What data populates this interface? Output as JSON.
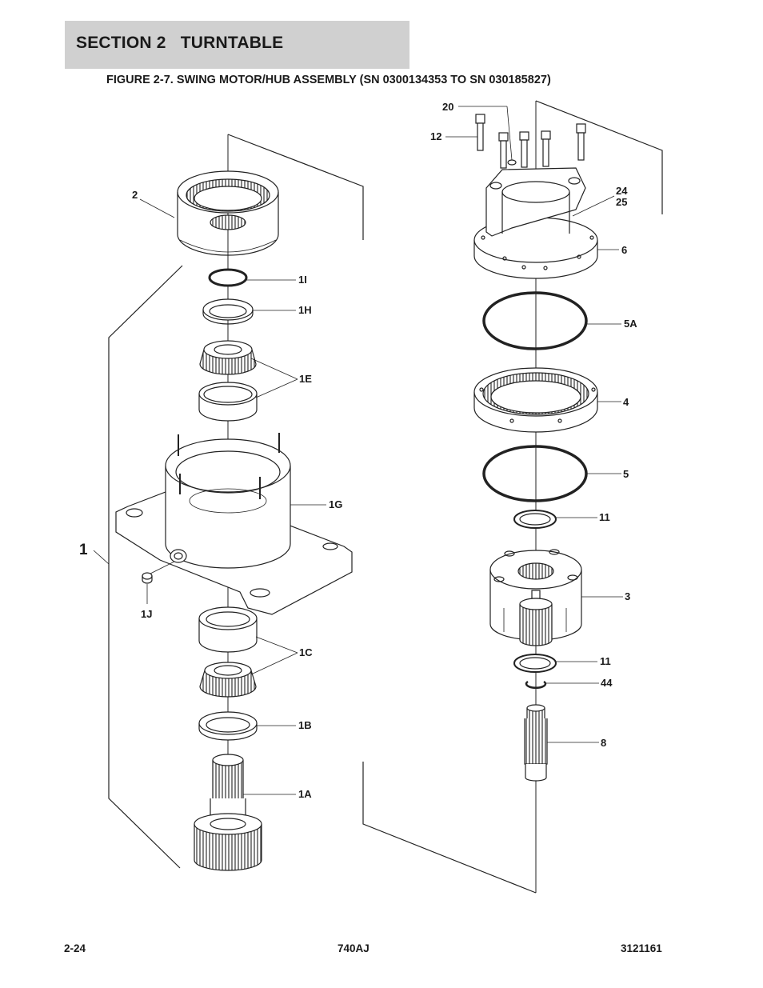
{
  "header": {
    "section_title": "SECTION 2   TURNTABLE",
    "figure_title": "FIGURE 2-7. SWING MOTOR/HUB ASSEMBLY (SN 0300134353 TO SN 030185827)"
  },
  "diagram": {
    "callouts": {
      "c2": "2",
      "c1I": "1I",
      "c1H": "1H",
      "c1E": "1E",
      "c1G": "1G",
      "c1": "1",
      "c1J": "1J",
      "c1C": "1C",
      "c1B": "1B",
      "c1A": "1A",
      "c20": "20",
      "c12": "12",
      "c24": "24",
      "c25": "25",
      "c6": "6",
      "c5A": "5A",
      "c4": "4",
      "c5": "5",
      "c11a": "11",
      "c3": "3",
      "c11b": "11",
      "c44": "44",
      "c8": "8"
    }
  },
  "footer": {
    "page_number": "2-24",
    "model": "740AJ",
    "document_number": "3121161"
  }
}
